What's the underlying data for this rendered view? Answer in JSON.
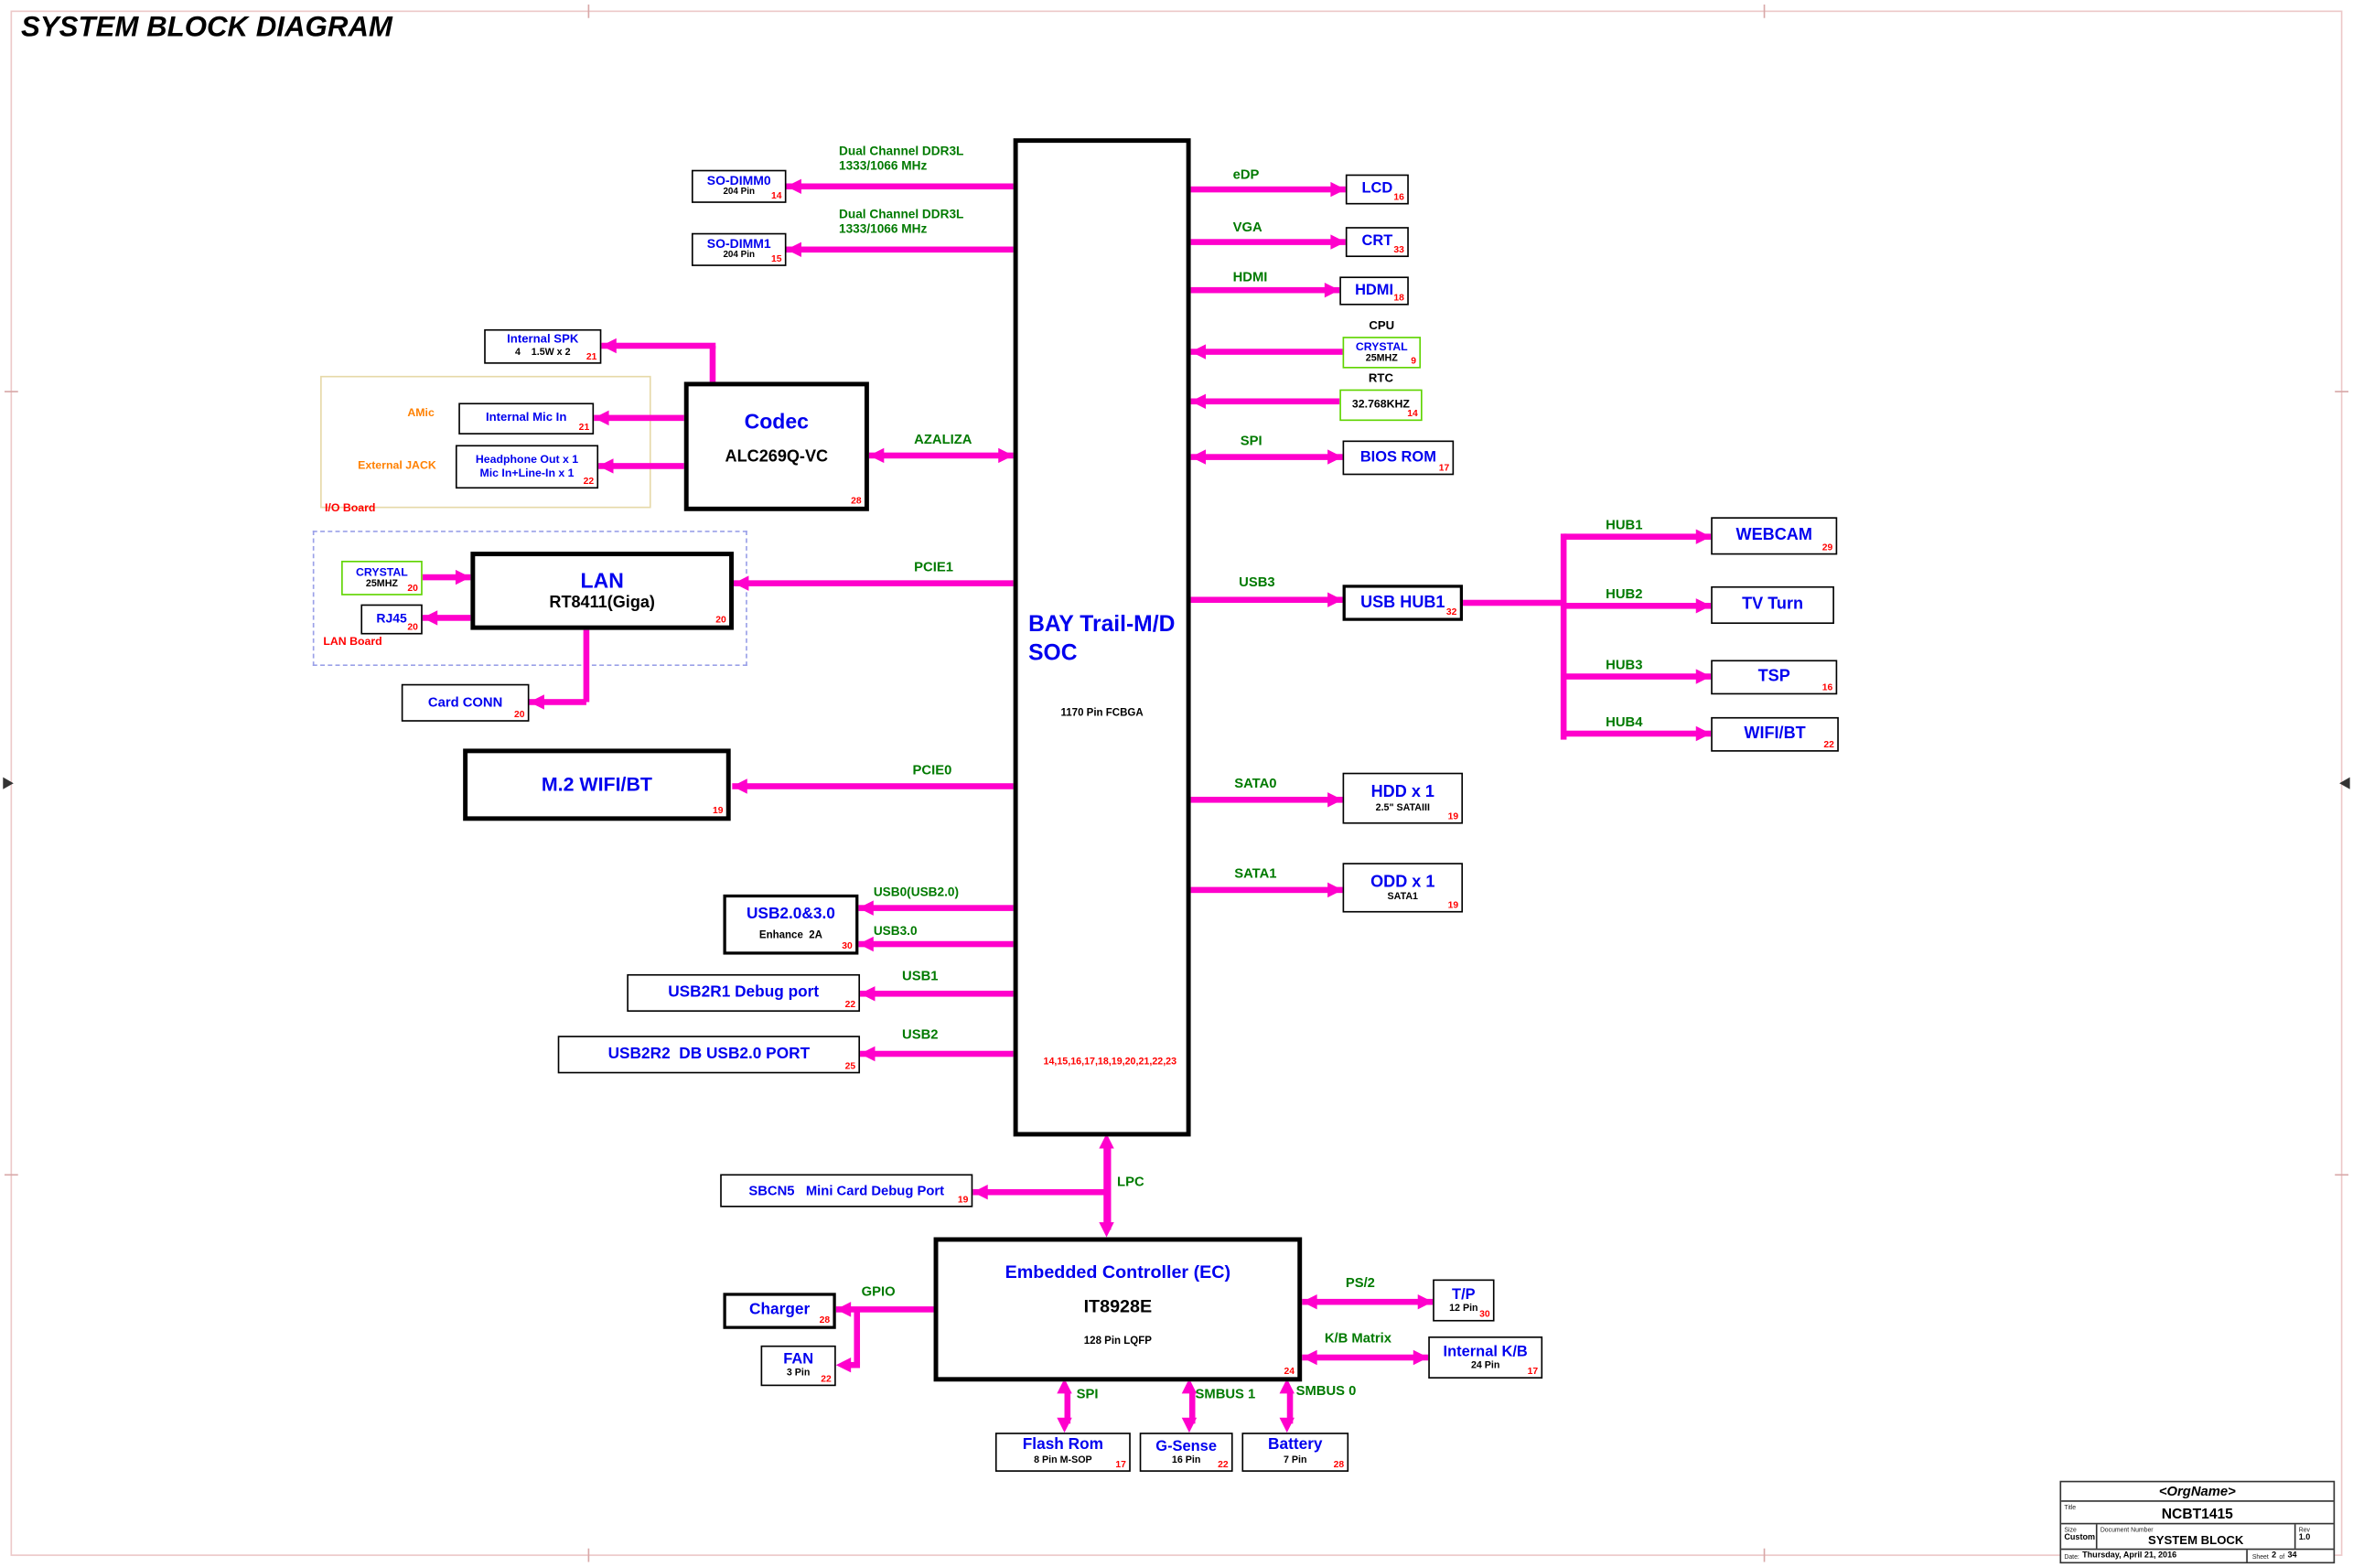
{
  "page": {
    "title": "SYSTEM BLOCK DIAGRAM"
  },
  "colors": {
    "wire": "#ff00cc",
    "signal_text": "#007a00",
    "block_label": "#0000ee",
    "pin_text": "#ff0000",
    "crystal_border": "#5fd400",
    "jack_text": "#ff8000",
    "board_text": "#ff0000"
  },
  "soc": {
    "title_line1": "BAY Trail-M/D",
    "title_line2": "SOC",
    "package": "1170 Pin FCBGA",
    "pin_pages": "14,15,16,17,18,19,20,21,22,23"
  },
  "signals": {
    "ddr0_line1": "Dual Channel DDR3L",
    "ddr0_line2": "1333/1066 MHz",
    "ddr1_line1": "Dual Channel DDR3L",
    "ddr1_line2": "1333/1066 MHz",
    "edp": "eDP",
    "vga": "VGA",
    "hdmi": "HDMI",
    "spi": "SPI",
    "azaliza": "AZALIZA",
    "pcie1": "PCIE1",
    "pcie0": "PCIE0",
    "usb0": "USB0(USB2.0)",
    "usb30": "USB3.0",
    "usb1": "USB1",
    "usb2": "USB2",
    "usb3": "USB3",
    "hub1": "HUB1",
    "hub2": "HUB2",
    "hub3": "HUB3",
    "hub4": "HUB4",
    "sata0": "SATA0",
    "sata1": "SATA1",
    "lpc": "LPC",
    "gpio": "GPIO",
    "ps2": "PS/2",
    "kb_matrix": "K/B Matrix",
    "spi_ec": "SPI",
    "smbus1": "SMBUS 1",
    "smbus0": "SMBUS 0"
  },
  "annotations": {
    "io_board": "I/O Board",
    "lan_board": "LAN Board",
    "amic": "AMic",
    "ext_jack": "External JACK",
    "cpu_tag": "CPU",
    "rtc_tag": "RTC"
  },
  "boxes": {
    "so_dimm0": {
      "label": "SO-DIMM0",
      "sub": "204 Pin",
      "pin": "14"
    },
    "so_dimm1": {
      "label": "SO-DIMM1",
      "sub": "204 Pin",
      "pin": "15"
    },
    "lcd": {
      "label": "LCD",
      "pin": "16"
    },
    "crt": {
      "label": "CRT",
      "pin": "33"
    },
    "hdmi": {
      "label": "HDMI",
      "pin": "18"
    },
    "cpu_crystal": {
      "label": "CRYSTAL",
      "sub": "25MHZ",
      "pin": "9"
    },
    "rtc_crystal": {
      "label": "32.768KHZ",
      "pin": "14"
    },
    "bios_rom": {
      "label": "BIOS ROM",
      "pin": "17"
    },
    "internal_spk": {
      "label": "Internal SPK",
      "sub": "4    1.5W x 2",
      "pin": "21"
    },
    "internal_mic": {
      "label": "Internal Mic In",
      "pin": "21"
    },
    "headphone": {
      "label": "Headphone Out x 1",
      "label2": "Mic In+Line-In x 1",
      "pin": "22"
    },
    "codec": {
      "label": "Codec",
      "sub": "ALC269Q-VC",
      "pin": "28"
    },
    "lan_crystal": {
      "label": "CRYSTAL",
      "sub": "25MHZ",
      "pin": "20"
    },
    "rj45": {
      "label": "RJ45",
      "pin": "20"
    },
    "lan": {
      "label": "LAN",
      "sub": "RT8411(Giga)",
      "pin": "20"
    },
    "card_conn": {
      "label": "Card CONN",
      "pin": "20"
    },
    "m2_wifi": {
      "label": "M.2 WIFI/BT",
      "pin": "19"
    },
    "usb23": {
      "label": "USB2.0&3.0",
      "sub": "Enhance  2A",
      "pin": "30"
    },
    "usb2r1": {
      "label": "USB2R1 Debug port",
      "pin": "22"
    },
    "usb2r2": {
      "label": "USB2R2  DB USB2.0 PORT",
      "pin": "25"
    },
    "usb_hub1": {
      "label": "USB HUB1",
      "pin": "32"
    },
    "webcam": {
      "label": "WEBCAM",
      "pin": "29"
    },
    "tv_turn": {
      "label": "TV Turn"
    },
    "tsp": {
      "label": "TSP",
      "pin": "16"
    },
    "wifi_bt": {
      "label": "WIFI/BT",
      "pin": "22"
    },
    "hdd": {
      "label": "HDD x 1",
      "sub": "2.5\" SATAIII",
      "pin": "19"
    },
    "odd": {
      "label": "ODD x 1",
      "sub": "SATA1",
      "pin": "19"
    },
    "sbcn5": {
      "label": "SBCN5   Mini Card Debug Port",
      "pin": "19"
    },
    "ec": {
      "label": "Embedded Controller (EC)",
      "sub": "IT8928E",
      "sub2": "128 Pin LQFP",
      "pin": "24"
    },
    "charger": {
      "label": "Charger",
      "pin": "28"
    },
    "fan": {
      "label": "FAN",
      "sub": "3 Pin",
      "pin": "22"
    },
    "tp": {
      "label": "T/P",
      "sub": "12 Pin",
      "pin": "30"
    },
    "internal_kb": {
      "label": "Internal K/B",
      "sub": "24 Pin",
      "pin": "17"
    },
    "flash_rom": {
      "label": "Flash Rom",
      "sub": "8 Pin M-SOP",
      "pin": "17"
    },
    "g_sense": {
      "label": "G-Sense",
      "sub": "16 Pin",
      "pin": "22"
    },
    "battery": {
      "label": "Battery",
      "sub": "7 Pin",
      "pin": "28"
    }
  },
  "titleblock": {
    "org": "<OrgName>",
    "title_label": "Title",
    "title": "NCBT1415",
    "size_label": "Size",
    "size_value": "Custom",
    "doc_label": "Document Number",
    "rev_label": "Rev",
    "rev_value": "1.0",
    "name": "SYSTEM BLOCK",
    "date_label": "Date:",
    "date": "Thursday, April 21, 2016",
    "sheet_label": "Sheet",
    "sheet": "2",
    "of_label": "of",
    "total": "34"
  }
}
